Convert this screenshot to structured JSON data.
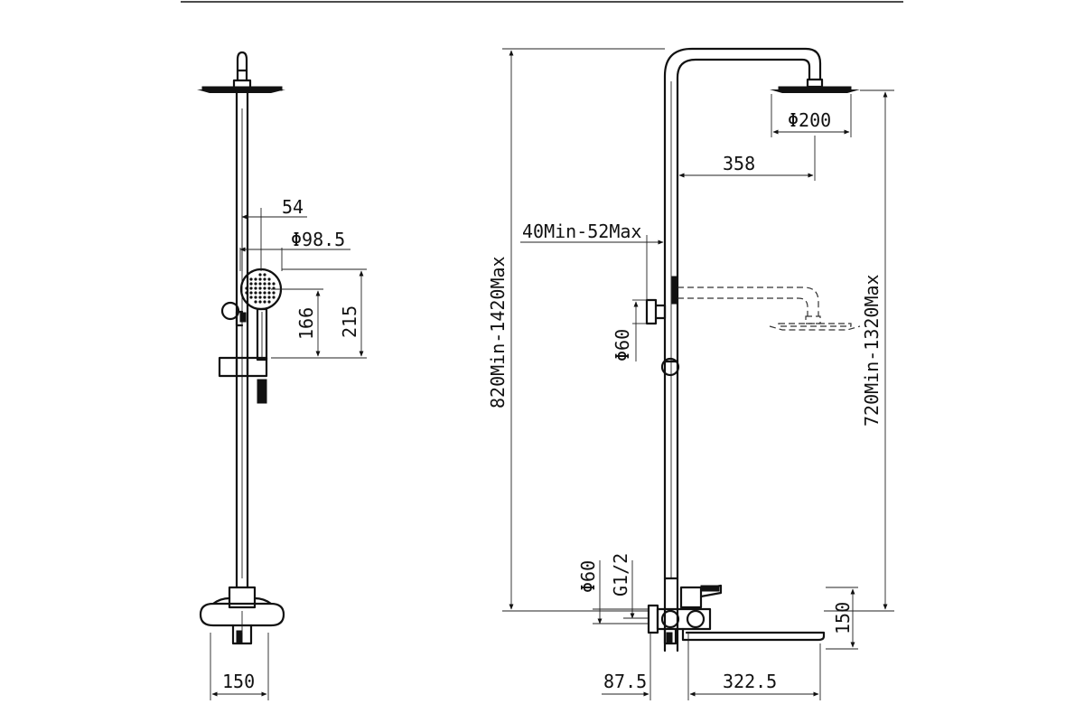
{
  "left_view": {
    "dimensions": {
      "handshower_offset": "54",
      "handshower_diameter": "Φ98.5",
      "holder_height_small": "166",
      "holder_height_large": "215",
      "mixer_width": "150"
    }
  },
  "right_view": {
    "dimensions": {
      "overhead_diameter": "Φ200",
      "arm_reach": "358",
      "wall_clearance": "40Min-52Max",
      "bracket_diameter": "Φ60",
      "total_height": "820Min-1420Max",
      "rail_height": "720Min-1320Max",
      "escutcheon_diameter": "Φ60",
      "inlet_thread": "G1/2",
      "mixer_height": "150",
      "inlet_depth": "87.5",
      "spout_length": "322.5"
    }
  },
  "colors": {
    "line": "#111111",
    "background": "#ffffff"
  }
}
